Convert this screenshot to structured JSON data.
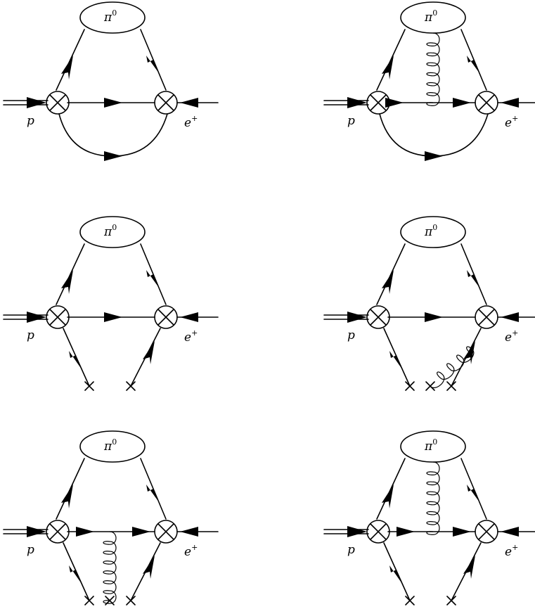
{
  "labels": {
    "pion": "π",
    "pion_charge": "0",
    "proton": "p",
    "positron": "e",
    "positron_charge": "+"
  },
  "diagrams": [
    {
      "id": "d1",
      "variant": "loop"
    },
    {
      "id": "d2",
      "variant": "loop-gluon"
    },
    {
      "id": "d3",
      "variant": "tadpole"
    },
    {
      "id": "d4",
      "variant": "tadpole-gluon-right"
    },
    {
      "id": "d5",
      "variant": "tadpole-gluon-middle"
    },
    {
      "id": "d6",
      "variant": "tadpole-gluon-top"
    }
  ]
}
